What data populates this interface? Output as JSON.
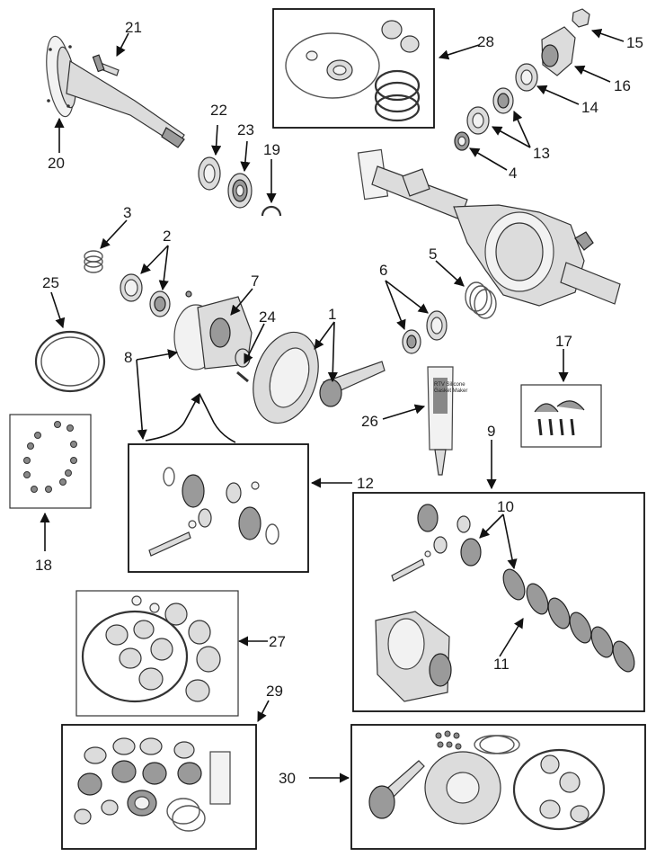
{
  "callouts": {
    "c1": "1",
    "c2": "2",
    "c3": "3",
    "c4": "4",
    "c5": "5",
    "c6": "6",
    "c7": "7",
    "c8": "8",
    "c9": "9",
    "c10": "10",
    "c11": "11",
    "c12": "12",
    "c13": "13",
    "c14": "14",
    "c15": "15",
    "c16": "16",
    "c17": "17",
    "c18": "18",
    "c19": "19",
    "c20": "20",
    "c21": "21",
    "c22": "22",
    "c23": "23",
    "c24": "24",
    "c25": "25",
    "c26": "26",
    "c27": "27",
    "c28": "28",
    "c29": "29",
    "c30": "30"
  },
  "sealant_tube": {
    "line1": "RTV Silicone",
    "line2": "Gasket Maker"
  }
}
